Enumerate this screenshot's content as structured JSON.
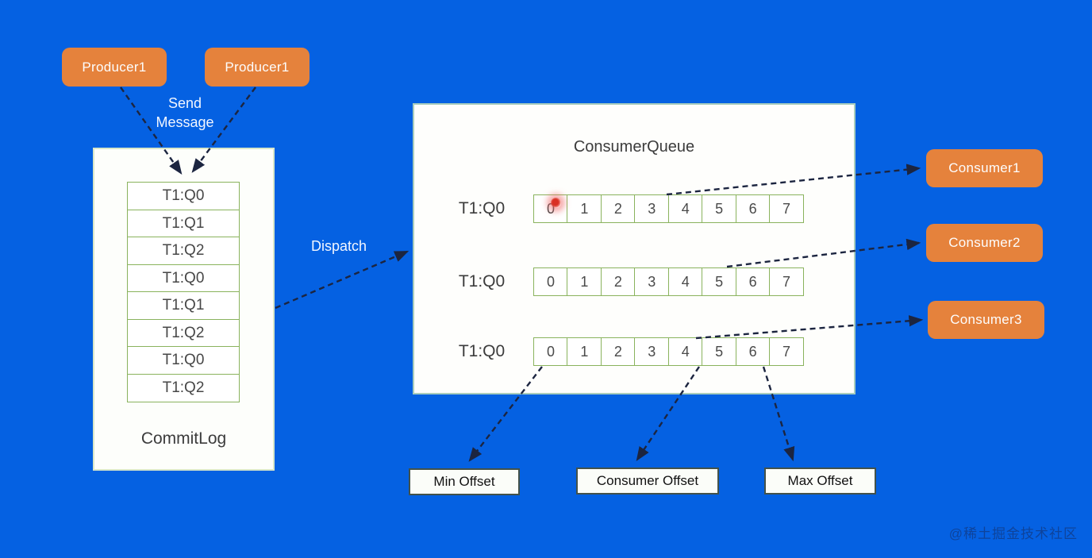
{
  "colors": {
    "background": "#0561e2",
    "node_orange": "#e5823c",
    "cell_border_green": "#8ab35d",
    "arrow": "#1c2540",
    "laser_red": "#d92f23"
  },
  "producers": [
    {
      "label": "Producer1"
    },
    {
      "label": "Producer1"
    }
  ],
  "annotations": {
    "send_message_line1": "Send",
    "send_message_line2": "Message",
    "dispatch": "Dispatch"
  },
  "commitlog": {
    "title": "CommitLog",
    "entries": [
      "T1:Q0",
      "T1:Q1",
      "T1:Q2",
      "T1:Q0",
      "T1:Q1",
      "T1:Q2",
      "T1:Q0",
      "T1:Q2"
    ]
  },
  "consumer_queue": {
    "title": "ConsumerQueue",
    "rows": [
      {
        "label": "T1:Q0",
        "cells": [
          "0",
          "1",
          "2",
          "3",
          "4",
          "5",
          "6",
          "7"
        ]
      },
      {
        "label": "T1:Q0",
        "cells": [
          "0",
          "1",
          "2",
          "3",
          "4",
          "5",
          "6",
          "7"
        ]
      },
      {
        "label": "T1:Q0",
        "cells": [
          "0",
          "1",
          "2",
          "3",
          "4",
          "5",
          "6",
          "7"
        ]
      }
    ]
  },
  "consumers": [
    {
      "label": "Consumer1"
    },
    {
      "label": "Consumer2"
    },
    {
      "label": "Consumer3"
    }
  ],
  "offsets": [
    {
      "label": "Min Offset"
    },
    {
      "label": "Consumer Offset"
    },
    {
      "label": "Max Offset"
    }
  ],
  "watermark": "@稀土掘金技术社区"
}
